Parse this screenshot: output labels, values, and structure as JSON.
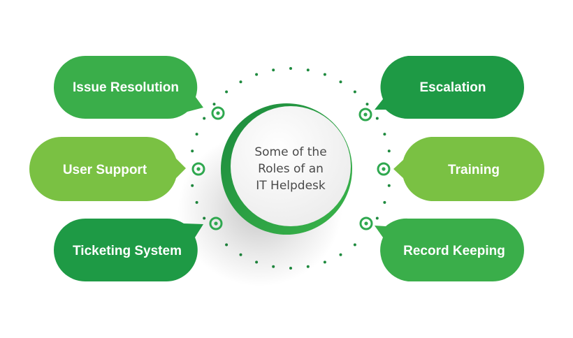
{
  "center": {
    "line1": "Some of the",
    "line2": "Roles of an",
    "line3": "IT Helpdesk"
  },
  "roles": [
    {
      "label": "Issue Resolution",
      "side": "left",
      "color": "#3aae4a"
    },
    {
      "label": "User Support",
      "side": "left",
      "color": "#7ac143"
    },
    {
      "label": "Ticketing System",
      "side": "left",
      "color": "#1e9a45"
    },
    {
      "label": "Escalation",
      "side": "right",
      "color": "#1e9a45"
    },
    {
      "label": "Training",
      "side": "right",
      "color": "#7ac143"
    },
    {
      "label": "Record Keeping",
      "side": "right",
      "color": "#3aae4a"
    }
  ],
  "colors": {
    "dot": "#1e8a3e",
    "marker": "#2fa84f",
    "ring": "#1e9a45"
  },
  "marker_icon": "target-ring-icon"
}
